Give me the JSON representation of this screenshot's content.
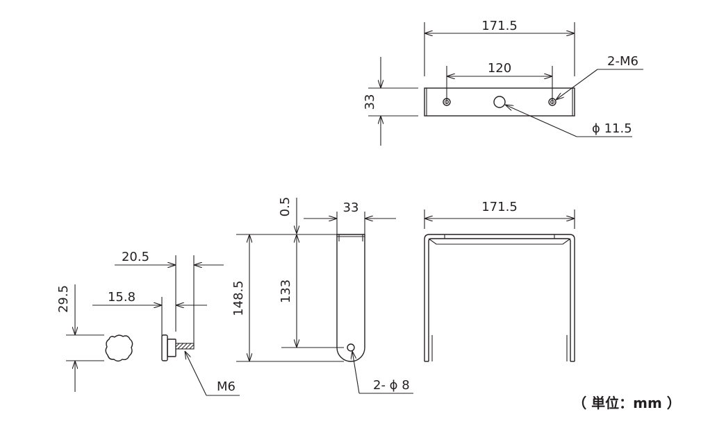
{
  "top_view": {
    "overall_width": "171.5",
    "hole_spacing": "120",
    "height": "33",
    "thread_callout": "2-M6",
    "center_hole_callout": "ϕ 11.5"
  },
  "side_view": {
    "sheet_thickness": "0.5",
    "width": "33",
    "overall_height": "148.5",
    "hole_height": "133",
    "hole_callout": "2- ϕ 8"
  },
  "front_view": {
    "overall_width": "171.5"
  },
  "knob_view": {
    "head_offset": "20.5",
    "shaft_offset": "15.8",
    "diameter": "29.5",
    "thread_callout": "M6"
  },
  "unit_note": "（ 単位：mm ）"
}
